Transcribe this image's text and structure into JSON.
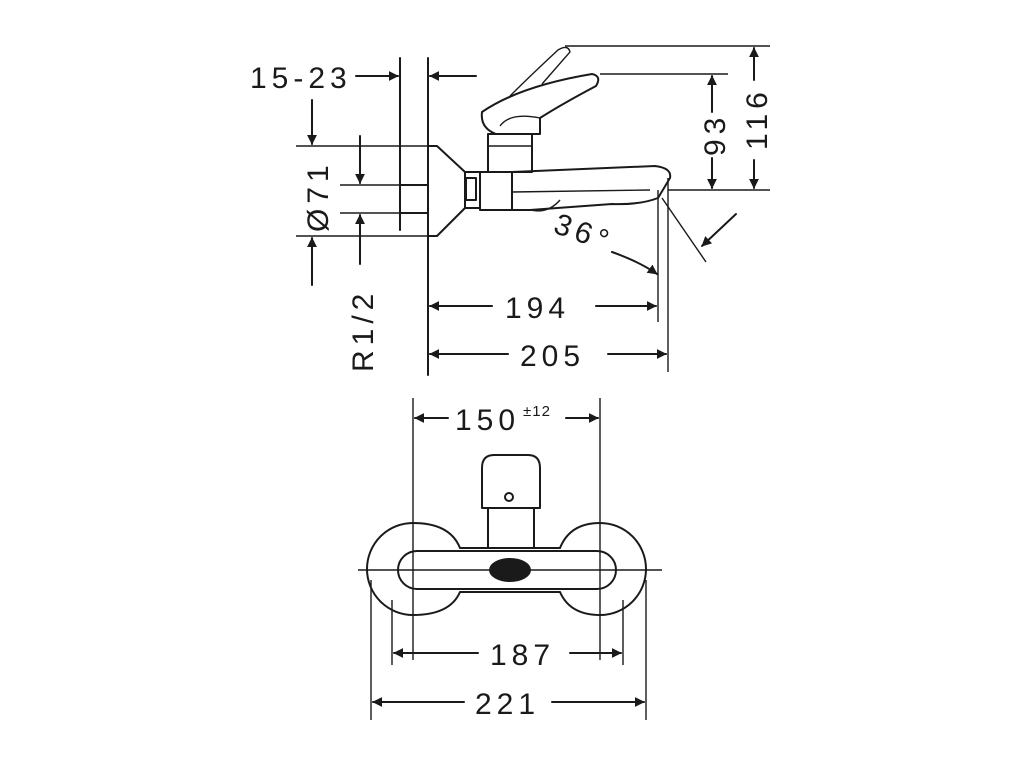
{
  "side_view": {
    "dim_wall_distance": "15-23",
    "dim_diameter": "Ø71",
    "dim_thread": "R1/2",
    "dim_height_inner": "93",
    "dim_height_outer": "116",
    "dim_angle": "36°",
    "dim_projection_inner": "194",
    "dim_projection_outer": "205"
  },
  "front_view": {
    "dim_center_spacing": "150",
    "dim_center_tolerance": "±12",
    "dim_width_inner": "187",
    "dim_width_outer": "221"
  }
}
